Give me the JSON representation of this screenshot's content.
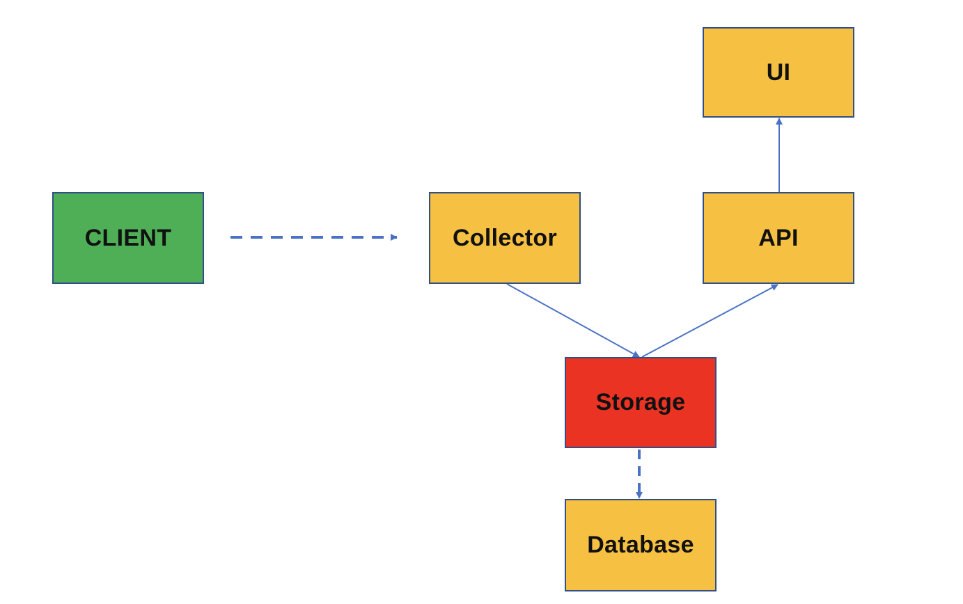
{
  "colors": {
    "client_fill": "#4faf57",
    "component_fill": "#f6c143",
    "storage_fill": "#ea3323",
    "border": "#2f4f86",
    "arrow": "#4a72c4"
  },
  "nodes": {
    "client": {
      "label": "CLIENT"
    },
    "collector": {
      "label": "Collector"
    },
    "api": {
      "label": "API"
    },
    "ui": {
      "label": "UI"
    },
    "storage": {
      "label": "Storage"
    },
    "database": {
      "label": "Database"
    }
  },
  "edges": [
    {
      "from": "client",
      "to": "collector",
      "style": "dashed"
    },
    {
      "from": "collector",
      "to": "storage",
      "style": "solid"
    },
    {
      "from": "storage",
      "to": "api",
      "style": "solid"
    },
    {
      "from": "api",
      "to": "ui",
      "style": "solid"
    },
    {
      "from": "storage",
      "to": "database",
      "style": "dashed"
    }
  ]
}
